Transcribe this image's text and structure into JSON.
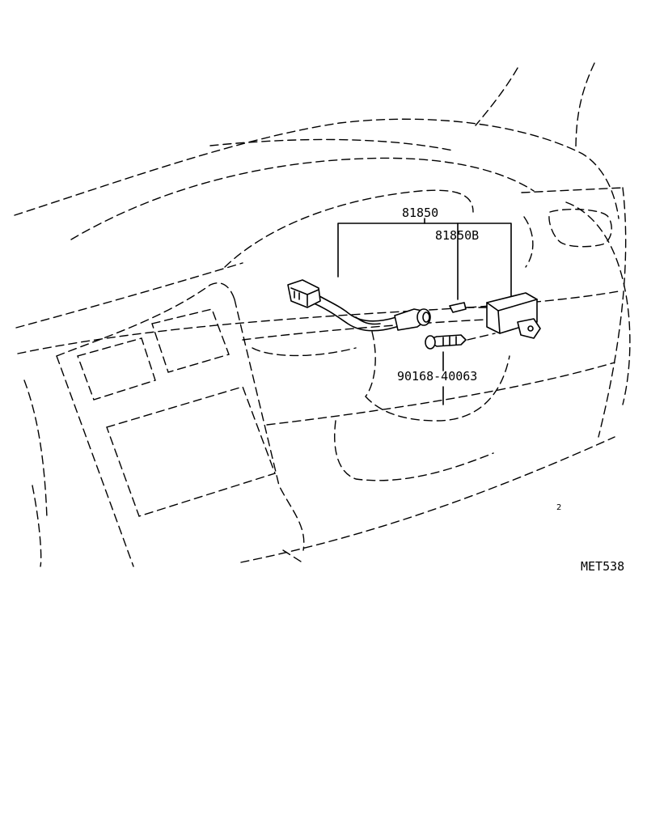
{
  "diagram": {
    "labels": {
      "assembly": "81850",
      "socket": "81850B",
      "screw": "90168-40063"
    },
    "figure_code": "MET538",
    "corner_mark": "2"
  }
}
